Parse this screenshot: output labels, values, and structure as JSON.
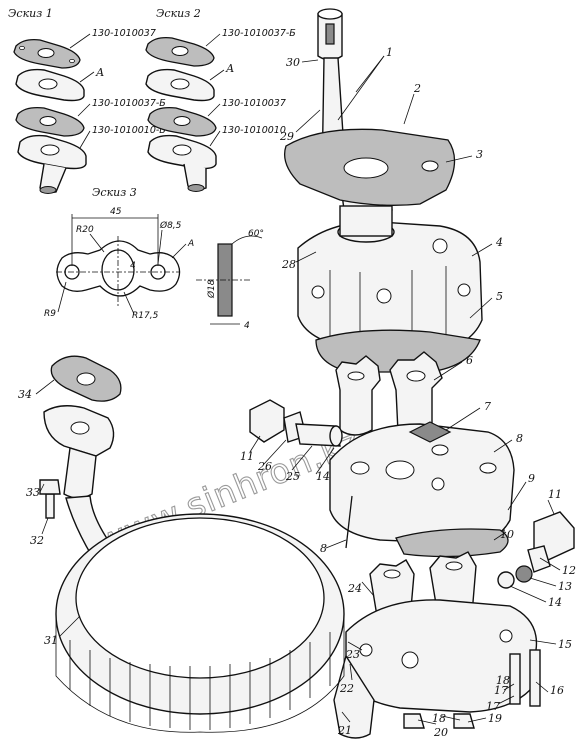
{
  "sketches": {
    "sketch1_title": "Эскиз   1",
    "sketch2_title": "Эскиз   2",
    "sketch3_title": "Эскиз   3",
    "part_numbers": {
      "s1_top": "130-1010037",
      "s1_a": "А",
      "s1_mid": "130-1010037-Б",
      "s1_bot": "130-1010010-Б",
      "s2_top": "130-1010037-Б",
      "s2_a": "А",
      "s2_mid": "130-1010037",
      "s2_bot": "130-1010010"
    }
  },
  "dimensions": {
    "width": "45",
    "r20": "R20",
    "hole": "Ø8,5",
    "a": "А",
    "center": "4",
    "r9": "R9",
    "r175": "R17,5",
    "angle": "60°",
    "d18": "Ø18",
    "thick": "4"
  },
  "callouts": [
    {
      "id": "c1",
      "text": "1"
    },
    {
      "id": "c2",
      "text": "2"
    },
    {
      "id": "c3",
      "text": "3"
    },
    {
      "id": "c4",
      "text": "4"
    },
    {
      "id": "c5",
      "text": "5"
    },
    {
      "id": "c6",
      "text": "6"
    },
    {
      "id": "c7",
      "text": "7"
    },
    {
      "id": "c8a",
      "text": "8"
    },
    {
      "id": "c8b",
      "text": "8"
    },
    {
      "id": "c9",
      "text": "9"
    },
    {
      "id": "c10",
      "text": "10"
    },
    {
      "id": "c11a",
      "text": "11"
    },
    {
      "id": "c11b",
      "text": "11"
    },
    {
      "id": "c12",
      "text": "12"
    },
    {
      "id": "c13",
      "text": "13"
    },
    {
      "id": "c14a",
      "text": "14"
    },
    {
      "id": "c14b",
      "text": "14"
    },
    {
      "id": "c15",
      "text": "15"
    },
    {
      "id": "c16",
      "text": "16"
    },
    {
      "id": "c17a",
      "text": "17"
    },
    {
      "id": "c17b",
      "text": "17"
    },
    {
      "id": "c18a",
      "text": "18"
    },
    {
      "id": "c18b",
      "text": "18"
    },
    {
      "id": "c19",
      "text": "19"
    },
    {
      "id": "c20",
      "text": "20"
    },
    {
      "id": "c21",
      "text": "21"
    },
    {
      "id": "c22",
      "text": "22"
    },
    {
      "id": "c23",
      "text": "23"
    },
    {
      "id": "c24",
      "text": "24"
    },
    {
      "id": "c25",
      "text": "25"
    },
    {
      "id": "c26",
      "text": "26"
    },
    {
      "id": "c28",
      "text": "28"
    },
    {
      "id": "c29",
      "text": "29"
    },
    {
      "id": "c30",
      "text": "30"
    },
    {
      "id": "c31",
      "text": "31"
    },
    {
      "id": "c32",
      "text": "32"
    },
    {
      "id": "c33",
      "text": "33"
    },
    {
      "id": "c34",
      "text": "34"
    }
  ],
  "watermark": "www.sinhron.kz"
}
